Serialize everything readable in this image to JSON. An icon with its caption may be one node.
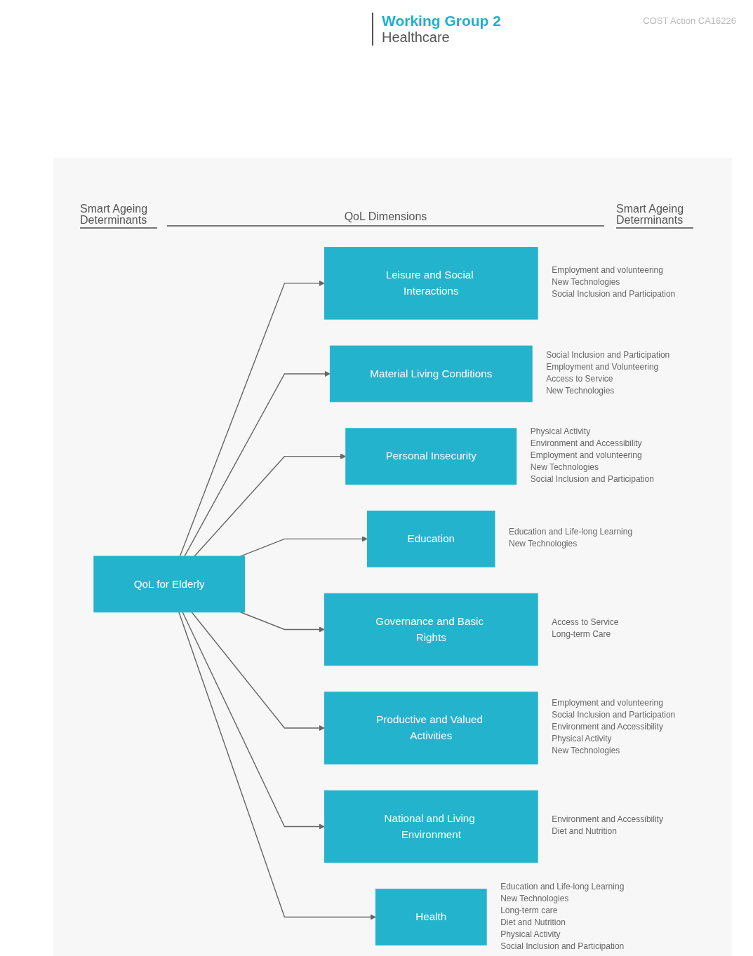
{
  "diagram": {
    "title": "Working Group 2",
    "nodes": [
      {
        "text": [
          "Leisure and Social Interactions"
        ],
        "beside": [
          "Employment and volunteering",
          "New Technologies",
          "Social Inclusion and Participation"
        ]
      },
      {
        "text": [
          "Material Living Conditions"
        ],
        "beside": [
          "Social Inclusion and Participation",
          "Employment and Volunteering",
          "Access to Service",
          "New Technologies"
        ]
      },
      {
        "text": [
          "Personal Insecurity"
        ],
        "beside": [
          "Physical Activity",
          "Environment and Accessibility",
          "Employment and volunteering",
          "New Technologies",
          "Social Inclusion and Participation"
        ]
      },
      {
        "text": [
          "Education"
        ],
        "beside": [
          "Education and Life-long Learning",
          "New Technologies"
        ]
      },
      {
        "text": [
          "QoL for Elderly"
        ]
      },
      {
        "text": [
          "Governance and Basic Rights"
        ],
        "beside": [
          "Access to Service",
          "Long-term Care"
        ]
      },
      {
        "text": [
          "Productive and Valued Activities"
        ],
        "beside": [
          "Employment and volunteering",
          "Social Inclusion and Participation",
          "Environment and Accessibility",
          "Physical Activity",
          "New Technologies"
        ]
      },
      {
        "text": [
          "National and Living Environment"
        ],
        "beside": [
          "Environment and Accessibility",
          "Diet and Nutrition"
        ]
      },
      {
        "text": [
          "Health"
        ],
        "beside": [
          "Education and Life-long Learning",
          "New Technologies",
          "Long-term care",
          "Diet and Nutrition",
          "Physical Activity",
          "Social Inclusion and Participation"
        ]
      }
    ],
    "edges": [
      {
        "from": 4,
        "to": 0,
        "arrow": "to"
      },
      {
        "from": 4,
        "to": 1,
        "arrow": "to"
      },
      {
        "from": 4,
        "to": 2,
        "arrow": "to"
      },
      {
        "from": 4,
        "to": 3,
        "arrow": "to"
      },
      {
        "from": 4,
        "to": 5,
        "arrow": "to"
      },
      {
        "from": 4,
        "to": 6,
        "arrow": "to"
      },
      {
        "from": 4,
        "to": 7,
        "arrow": "to"
      },
      {
        "from": 4,
        "to": 8,
        "arrow": "to"
      }
    ],
    "labels": [
      "Healthcare",
      "COST Action CA16226",
      "Smart Ageing Determinants",
      "QoL Dimensions",
      "Smart Ageing Determinants"
    ]
  }
}
